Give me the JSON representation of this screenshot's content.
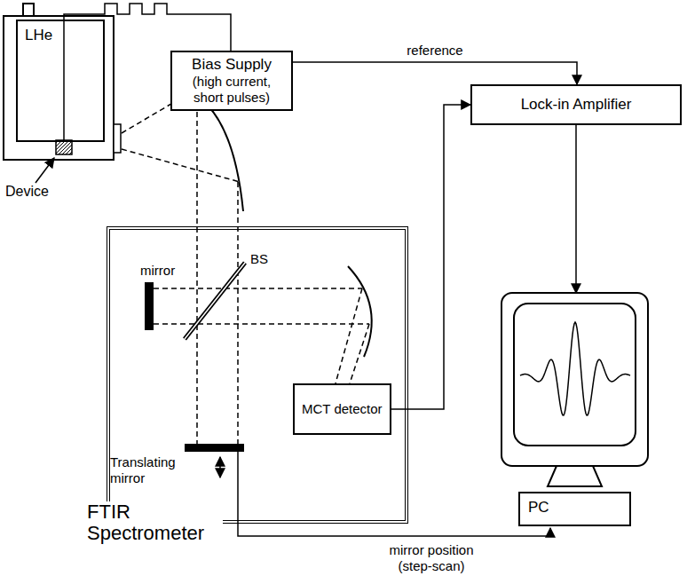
{
  "diagram": {
    "nodes": [
      {
        "text": [
          "LHe"
        ]
      },
      {
        "text": [
          "Bias Supply",
          "(high current, short pulses)"
        ]
      },
      {
        "text": [
          "Lock-in Amplifier"
        ]
      },
      {
        "text": [
          "FTIR Spectrometer"
        ]
      },
      {
        "text": [
          "MCT detector"
        ],
        "in": 3
      },
      {
        "text": [
          "PC"
        ]
      }
    ],
    "edges": [
      {
        "from": 1,
        "to": 2,
        "label": "reference",
        "arrow": "to"
      },
      {
        "from": 4,
        "to": 2,
        "arrow": "to"
      },
      {
        "from": 2,
        "to": 5,
        "arrow": "to"
      }
    ],
    "labels": [
      "Device",
      "mirror",
      "BS",
      "Translating mirror",
      "mirror position (step-scan)"
    ]
  }
}
